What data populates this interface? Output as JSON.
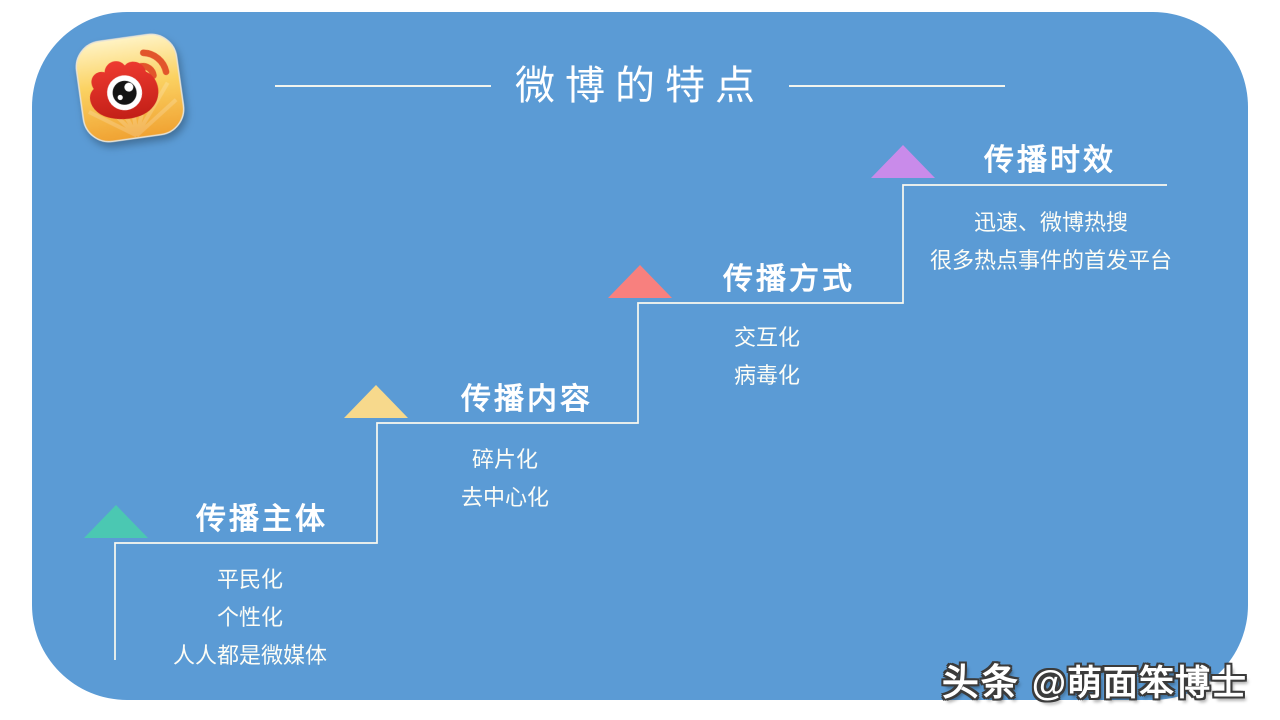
{
  "slide": {
    "title": "微博的特点",
    "colors": {
      "canvas_background": "#FFFFFF",
      "panel_background": "#5B9BD5",
      "stair_line": "#FAF9EF",
      "text": "#FFFFFF"
    },
    "logo": {
      "icon": "weibo-logo-icon"
    },
    "steps": [
      {
        "label": "传播主体",
        "color": "#4BC8B2",
        "items": [
          "平民化",
          "个性化",
          "人人都是微媒体"
        ]
      },
      {
        "label": "传播内容",
        "color": "#F7D98C",
        "items": [
          "碎片化",
          "去中心化"
        ]
      },
      {
        "label": "传播方式",
        "color": "#F8807E",
        "items": [
          "交互化",
          "病毒化"
        ]
      },
      {
        "label": "传播时效",
        "color": "#C98BEA",
        "items": [
          "迅速、微博热搜",
          "很多热点事件的首发平台"
        ]
      }
    ],
    "watermark": {
      "brand": "头条",
      "handle": "@萌面笨博士"
    }
  }
}
